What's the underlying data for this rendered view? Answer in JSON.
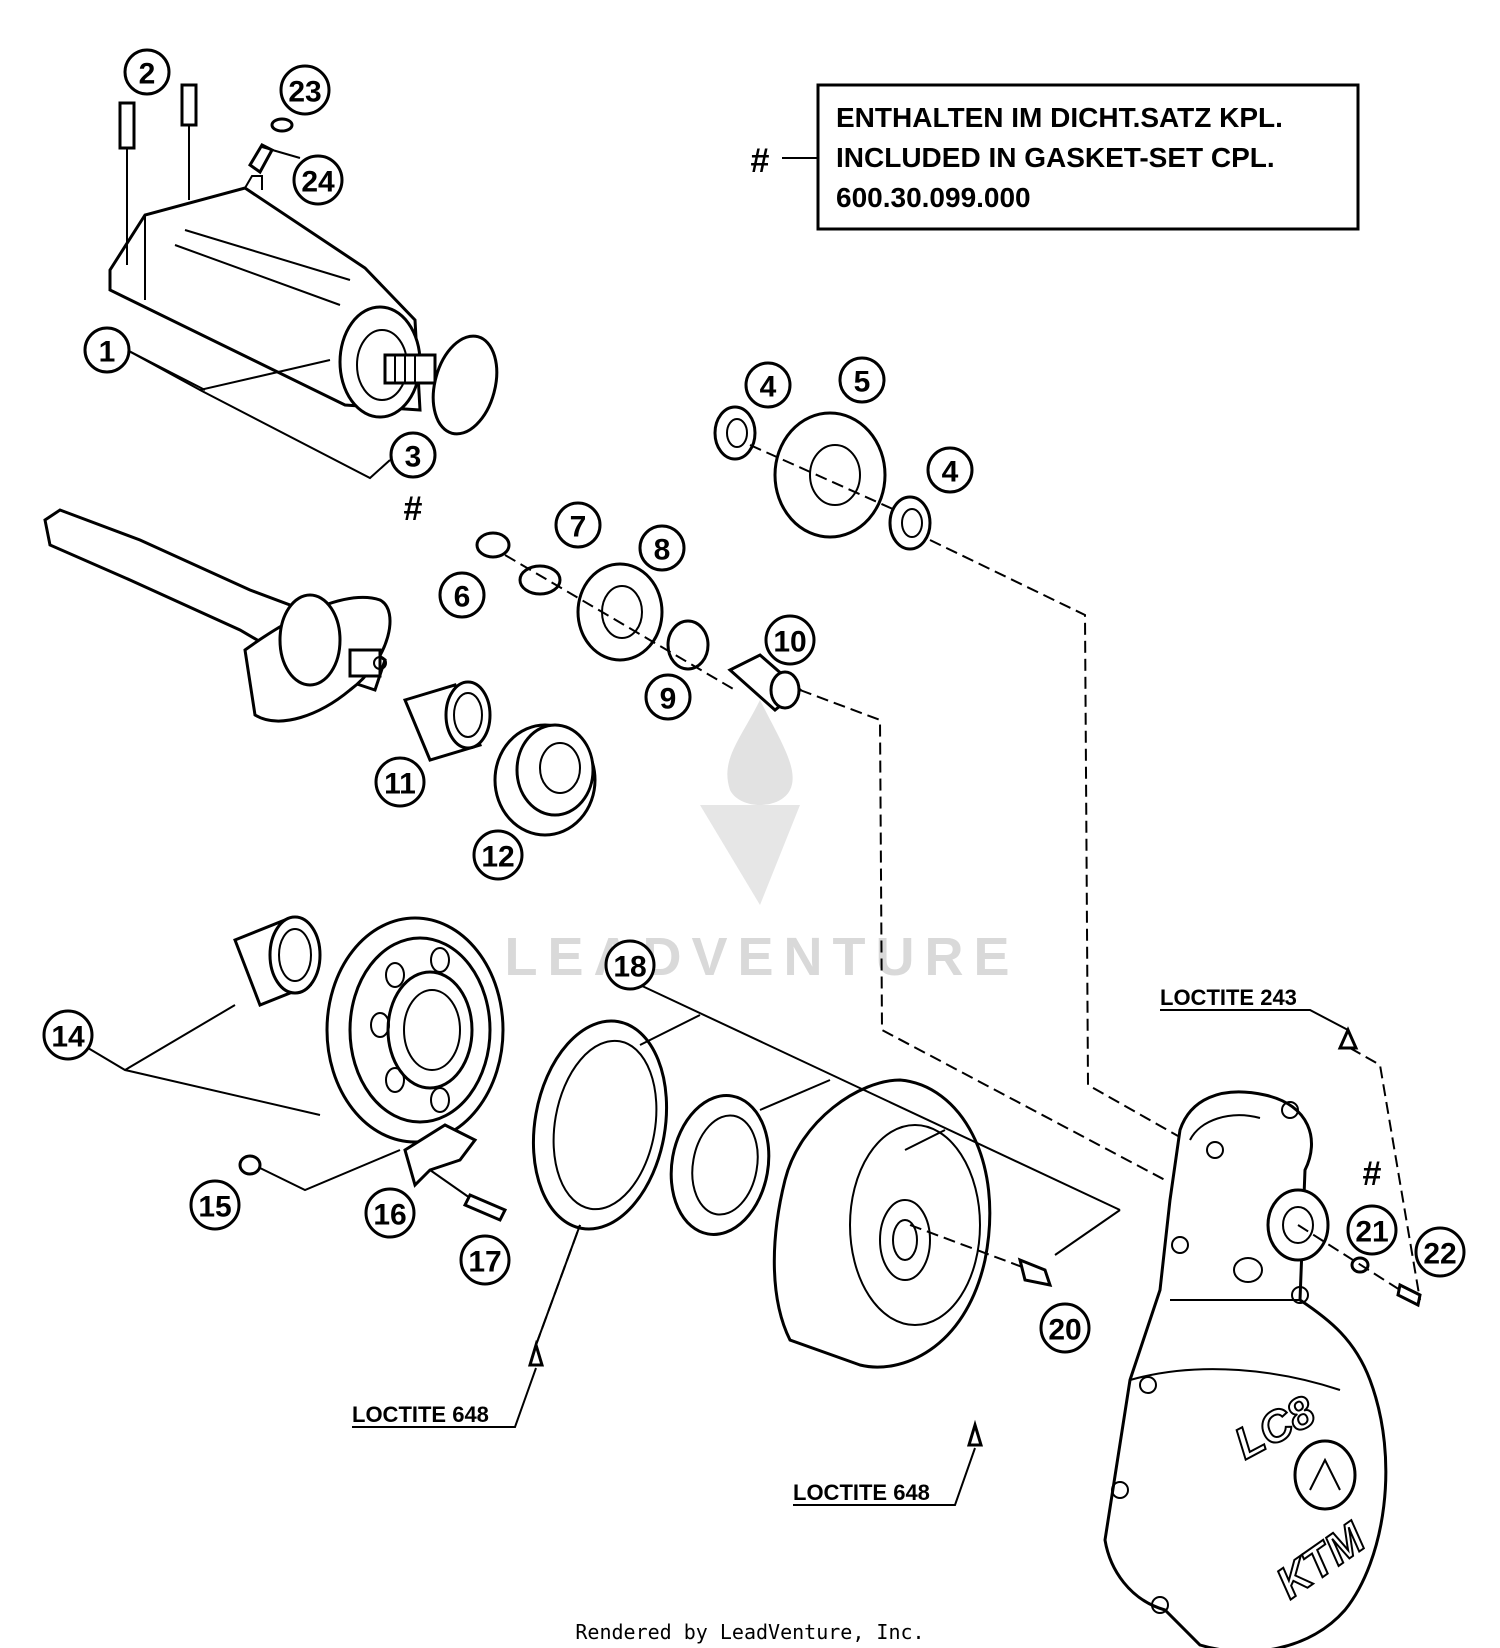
{
  "note": {
    "line1": "ENTHALTEN IM DICHT.SATZ KPL.",
    "line2": "INCLUDED IN GASKET-SET CPL.",
    "line3": "600.30.099.000",
    "symbol": "#"
  },
  "callouts": [
    "1",
    "2",
    "3",
    "4",
    "4",
    "5",
    "6",
    "7",
    "8",
    "9",
    "10",
    "11",
    "12",
    "14",
    "15",
    "16",
    "17",
    "18",
    "20",
    "21",
    "22",
    "23",
    "24"
  ],
  "hash_marks": [
    "#",
    "#"
  ],
  "loctite": {
    "label_243": "LOCTITE 243",
    "label_648_left": "LOCTITE 648",
    "label_648_center": "LOCTITE 648"
  },
  "cover": {
    "logo_text": "LC8",
    "brand_text": "KTM"
  },
  "watermark": {
    "text": "LEADVENTURE"
  },
  "footer": {
    "text": "Rendered by LeadVenture, Inc."
  },
  "colors": {
    "line": "#000000",
    "background": "#ffffff",
    "watermark": "#d9d9d9"
  }
}
